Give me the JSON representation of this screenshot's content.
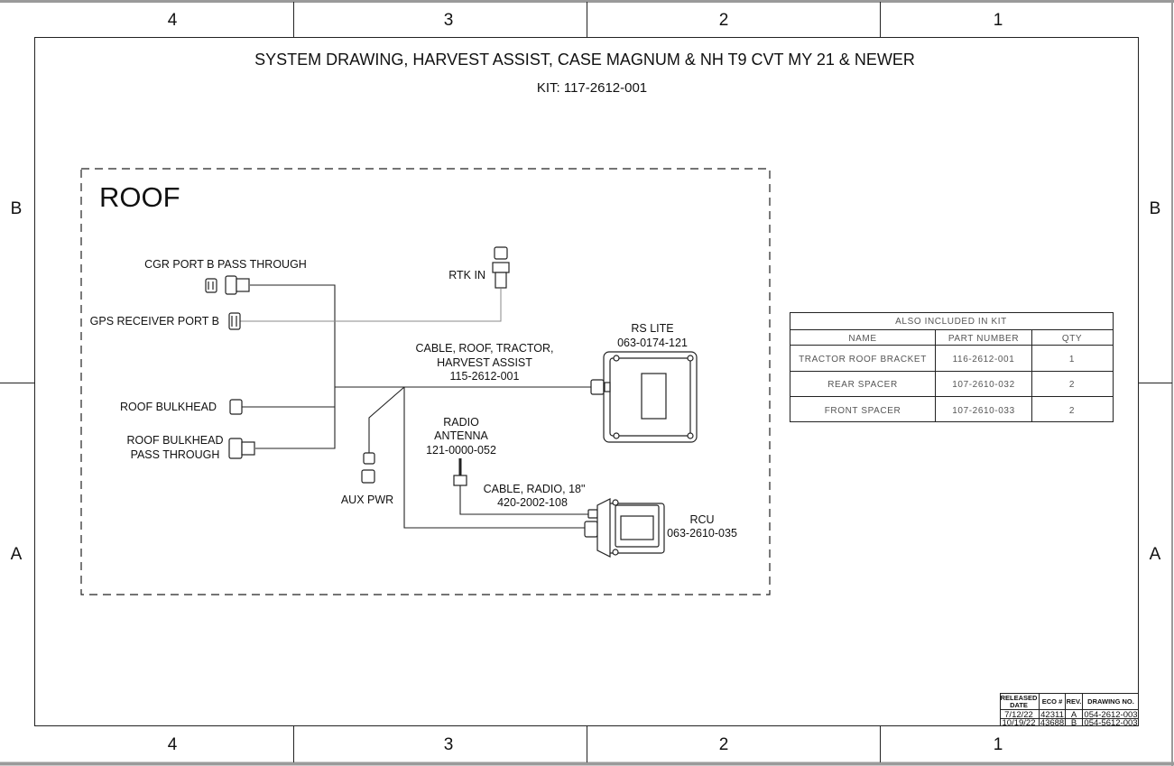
{
  "title": "SYSTEM DRAWING, HARVEST ASSIST, CASE MAGNUM & NH T9 CVT MY 21 & NEWER",
  "kit": "KIT: 117-2612-001",
  "zones": {
    "columns": [
      "4",
      "3",
      "2",
      "1"
    ],
    "rows": [
      "B",
      "A"
    ]
  },
  "section_label": "ROOF",
  "components": {
    "cgr_port_b": "CGR PORT B PASS THROUGH",
    "gps_receiver": "GPS RECEIVER PORT B",
    "roof_bulkhead": "ROOF BULKHEAD",
    "roof_bulkhead_pass": [
      "ROOF BULKHEAD",
      "PASS THROUGH"
    ],
    "rtk_in": "RTK IN",
    "aux_pwr": "AUX PWR",
    "cable_roof": [
      "CABLE, ROOF, TRACTOR,",
      "HARVEST ASSIST",
      "115-2612-001"
    ],
    "rs_lite": [
      "RS LITE",
      "063-0174-121"
    ],
    "radio_antenna": [
      "RADIO",
      "ANTENNA",
      "121-0000-052"
    ],
    "cable_radio": [
      "CABLE, RADIO, 18\"",
      "420-2002-108"
    ],
    "rcu": [
      "RCU",
      "063-2610-035"
    ]
  },
  "kit_table": {
    "title": "ALSO INCLUDED IN KIT",
    "headers": [
      "NAME",
      "PART NUMBER",
      "QTY"
    ],
    "rows": [
      [
        "TRACTOR ROOF BRACKET",
        "116-2612-001",
        "1"
      ],
      [
        "REAR SPACER",
        "107-2610-032",
        "2"
      ],
      [
        "FRONT SPACER",
        "107-2610-033",
        "2"
      ]
    ]
  },
  "revision_block": {
    "headers": [
      "RELEASED DATE",
      "ECO #",
      "REV.",
      "DRAWING NO."
    ],
    "rows": [
      [
        "7/12/22",
        "42311",
        "A",
        "054-2612-003"
      ],
      [
        "10/19/22",
        "43688",
        "B",
        "054-5612-003"
      ]
    ]
  }
}
